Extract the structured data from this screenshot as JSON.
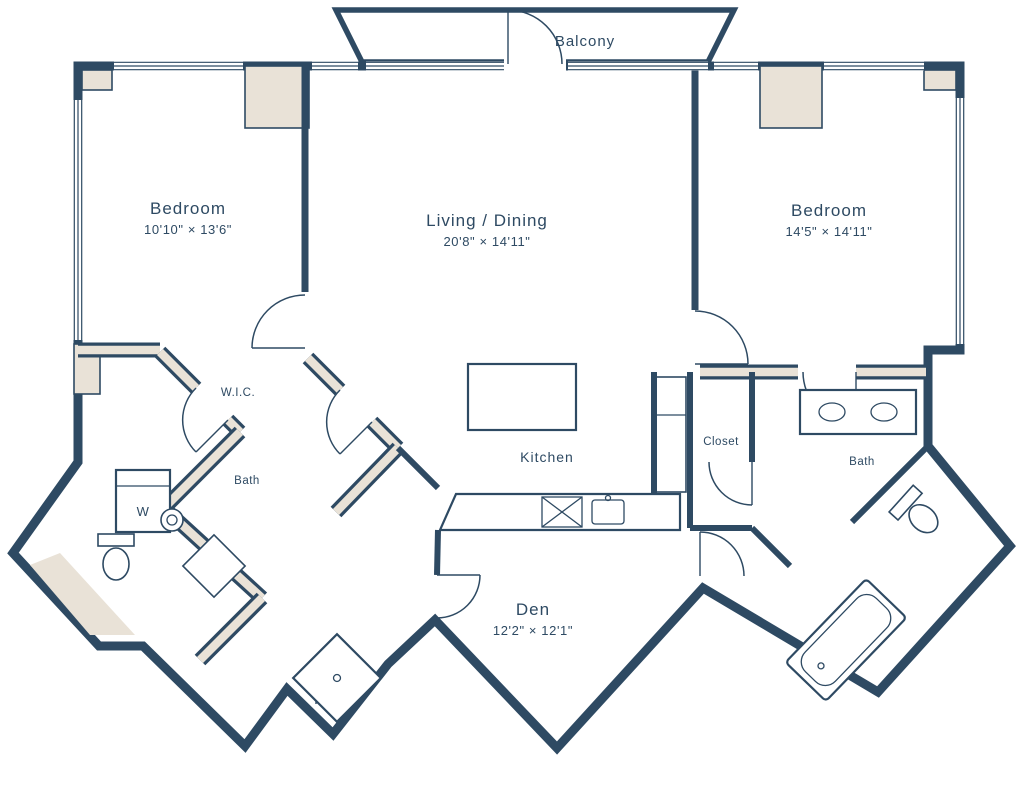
{
  "colors": {
    "wall": "#2e4a63",
    "beige": "#e9e2d7",
    "background": "#ffffff"
  },
  "labels": {
    "balcony": "Balcony",
    "bedroom_left": {
      "name": "Bedroom",
      "dims": "10'10\" × 13'6\""
    },
    "living": {
      "name": "Living / Dining",
      "dims": "20'8\" × 14'11\""
    },
    "bedroom_right": {
      "name": "Bedroom",
      "dims": "14'5\" × 14'11\""
    },
    "wic": "W.I.C.",
    "kitchen": "Kitchen",
    "closet": "Closet",
    "bath_left": "Bath",
    "bath_right": "Bath",
    "den": {
      "name": "Den",
      "dims": "12'2\" × 12'1\""
    },
    "washer": "W"
  }
}
